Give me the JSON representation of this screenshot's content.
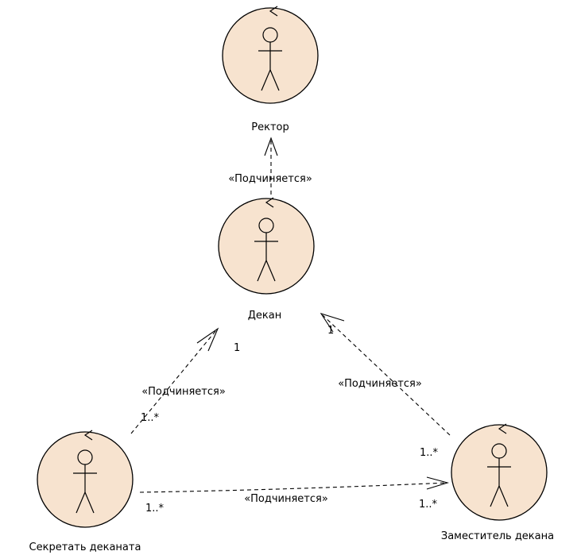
{
  "actors": {
    "rector": "Ректор",
    "dean": "Декан",
    "secretary": "Секретать деканата",
    "deputy": "Заместитель декана"
  },
  "relations": {
    "dean_to_rector": {
      "stereotype": "«Подчиняется»"
    },
    "secretary_to_dean": {
      "stereotype": "«Подчиняется»",
      "source_mult": "1..*",
      "target_mult": "1"
    },
    "deputy_to_dean": {
      "stereotype": "«Подчиняется»",
      "source_mult": "1..*",
      "target_mult": "1"
    },
    "secretary_to_deputy": {
      "stereotype": "«Подчиняется»",
      "source_mult": "1..*",
      "target_mult": "1..*"
    }
  }
}
